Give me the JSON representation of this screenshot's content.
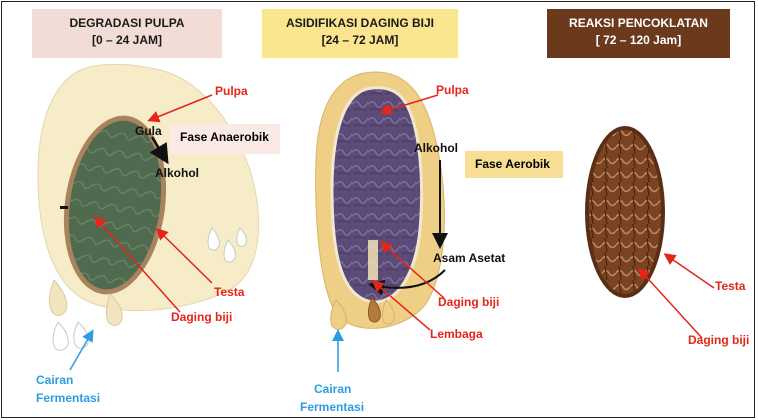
{
  "stages": [
    {
      "title_line1": "DEGRADASI PULPA",
      "title_line2": "[0 – 24 JAM]",
      "bg": "#f2ddd6"
    },
    {
      "title_line1": "ASIDIFIKASI DAGING BIJI",
      "title_line2": "[24 – 72 JAM]",
      "bg": "#fbe58e"
    },
    {
      "title_line1": "REAKSI PENCOKLATAN",
      "title_line2": "[ 72 – 120 Jam]",
      "bg": "#6b3a1c"
    }
  ],
  "labels": {
    "pulpa1": "Pulpa",
    "gula": "Gula",
    "alkohol1": "Alkohol",
    "fase_anaerobik": "Fase Anaerobik",
    "testa1": "Testa",
    "daging1": "Daging biji",
    "cairan1_line1": "Cairan",
    "cairan1_line2": "Fermentasi",
    "pulpa2": "Pulpa",
    "alkohol2": "Alkohol",
    "fase_aerobik": "Fase Aerobik",
    "asam_asetat": "Asam Asetat",
    "daging2": "Daging biji",
    "lembaga": "Lembaga",
    "cairan2_line1": "Cairan",
    "cairan2_line2": "Fermentasi",
    "testa3": "Testa",
    "daging3": "Daging biji"
  },
  "colors": {
    "arrow_red": "#e32619",
    "arrow_blue": "#2a9ee0",
    "pulp_cream": "#f6ecc8",
    "pulp_yellow": "#efcf85",
    "seed_green": "#4f6a4e",
    "seed_purple": "#5c4b78",
    "seed_brown": "#7a4423"
  }
}
